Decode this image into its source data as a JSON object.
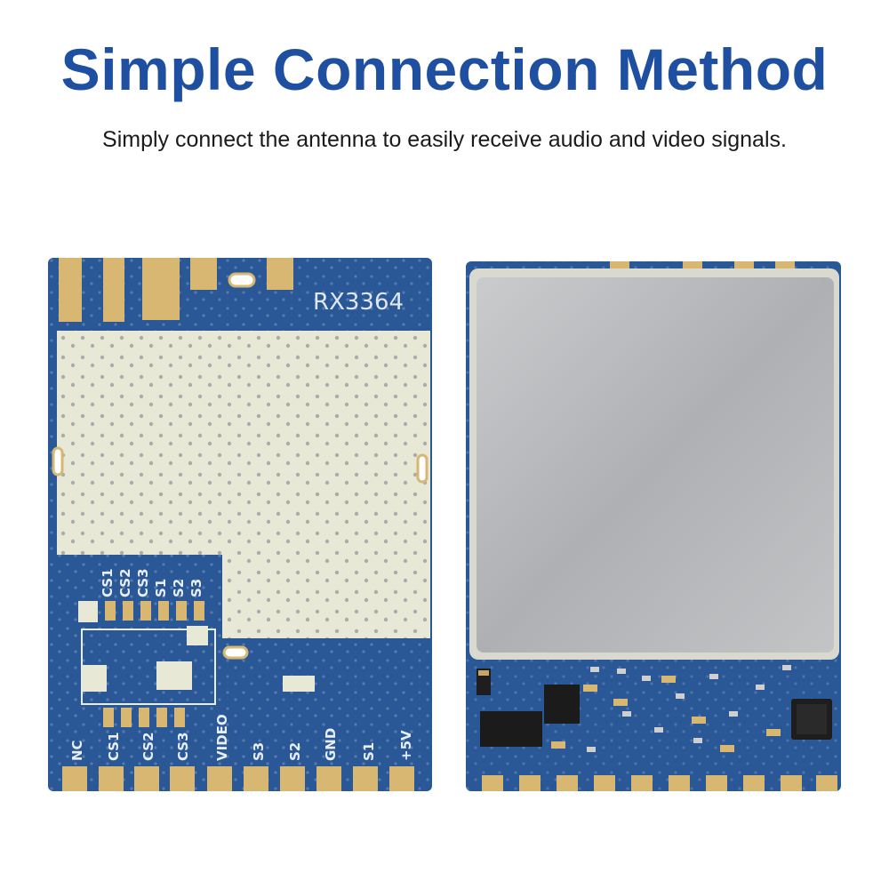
{
  "heading": "Simple Connection Method",
  "subheading": "Simply connect the antenna to easily receive audio and video signals.",
  "module_left": {
    "model": "RX3364",
    "top_silk": [
      "CS1",
      "CS2",
      "CS3",
      "S1",
      "S2",
      "S3"
    ],
    "pin_labels": [
      "NC",
      "CS1",
      "CS2",
      "CS3",
      "VIDEO",
      "S3",
      "S2",
      "GND",
      "S1",
      "+5V"
    ]
  },
  "colors": {
    "heading": "#1f4fa0",
    "pcb_blue": "#2a5796",
    "shield_cream": "#e8e8d6",
    "gold_pad": "#d7b772",
    "metal_can": "#b5b7ba"
  }
}
